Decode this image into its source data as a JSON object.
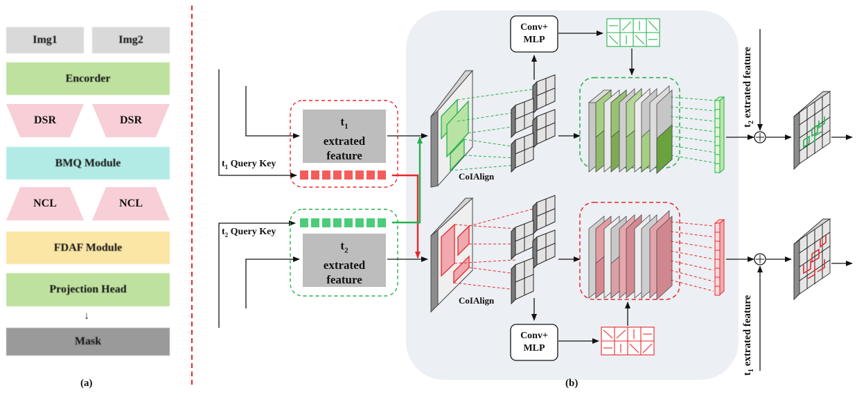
{
  "panel_a": {
    "img1": "Img1",
    "img2": "Img2",
    "encoder": "Encorder",
    "dsr_left": "DSR",
    "dsr_right": "DSR",
    "bmq": "BMQ Module",
    "ncl_left": "NCL",
    "ncl_right": "NCL",
    "fdaf": "FDAF Module",
    "projection": "Projection Head",
    "mask": "Mask",
    "caption": "(a)"
  },
  "panel_b": {
    "t1_feature": {
      "sub": "1",
      "line1": "extrated",
      "line2": "feature"
    },
    "t2_feature": {
      "sub": "2",
      "line1": "extrated",
      "line2": "feature"
    },
    "t1_query_key": {
      "t": "t",
      "sub": "1",
      "rest": " Query Key"
    },
    "t2_query_key": {
      "t": "t",
      "sub": "2",
      "rest": " Query Key"
    },
    "colalign_top": "CoIAlign",
    "colalign_bottom": "CoIAlign",
    "conv_top": {
      "line1": "Conv+",
      "line2": "MLP"
    },
    "conv_bottom": {
      "line1": "Conv+",
      "line2": "MLP"
    },
    "right_top_label": {
      "t": "t",
      "sub": "2",
      "rest": " extrated feature"
    },
    "right_bottom_label": {
      "t": "t",
      "sub": "1",
      "rest": " extrated feature"
    },
    "caption": "(b)"
  },
  "colors": {
    "gray_block": "#d9d9d9",
    "green_block": "#bfe1a0",
    "pink_trap": "#f8cfd6",
    "teal_block": "#b2ebe6",
    "yellow_block": "#fbe6a6",
    "dark_gray": "#9a9a9a",
    "red": "#e8262b",
    "green": "#22b14c",
    "panel_bg": "#eceff3"
  }
}
